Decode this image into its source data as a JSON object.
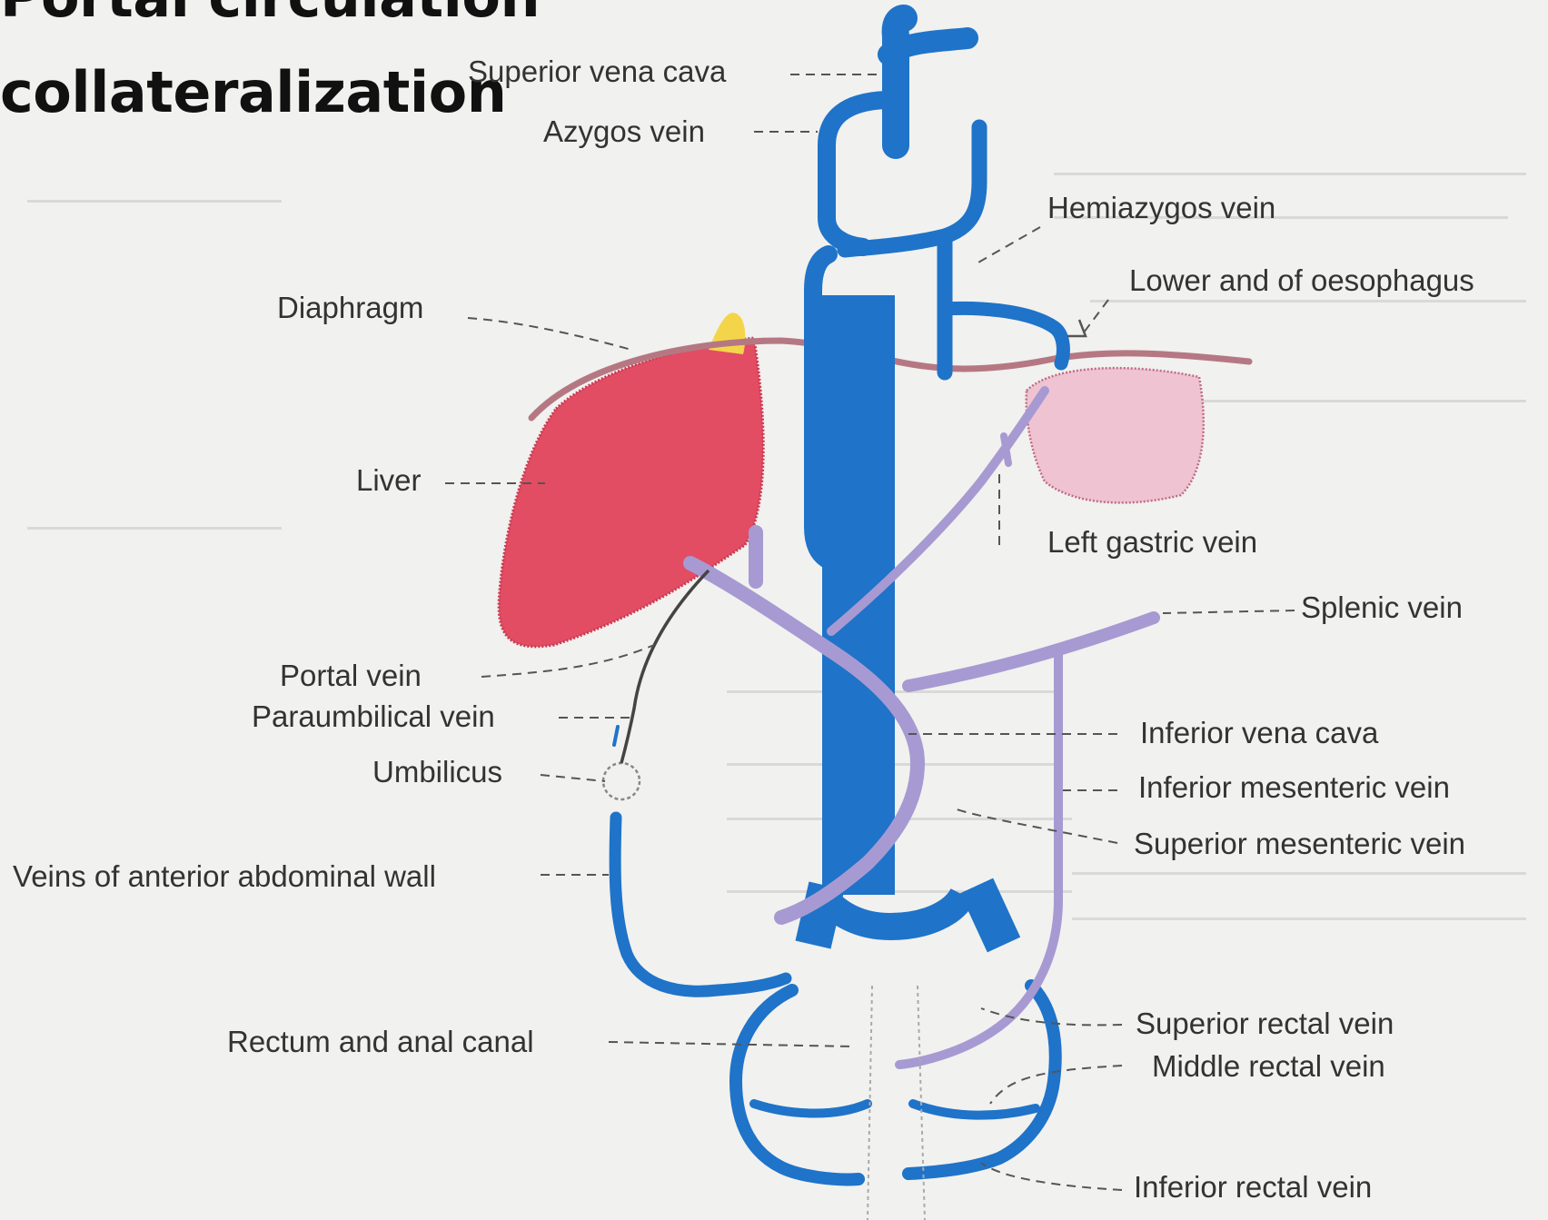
{
  "title": {
    "line1": "Portal circulation",
    "line2": "collateralization"
  },
  "labels": {
    "superior_vena_cava": "Superior vena cava",
    "azygos_vein": "Azygos vein",
    "hemiazygos_vein": "Hemiazygos vein",
    "lower_end_oesophagus": "Lower and of oesophagus",
    "diaphragm": "Diaphragm",
    "liver": "Liver",
    "left_gastric_vein": "Left gastric vein",
    "splenic_vein": "Splenic vein",
    "portal_vein": "Portal vein",
    "paraumbilical_vein": "Paraumbilical vein",
    "umbilicus": "Umbilicus",
    "inferior_vena_cava": "Inferior vena cava",
    "inferior_mesenteric_vein": "Inferior mesenteric vein",
    "superior_mesenteric_vein": "Superior mesenteric vein",
    "veins_anterior_abdominal_wall": "Veins of anterior abdominal wall",
    "rectum_anal_canal": "Rectum and anal canal",
    "superior_rectal_vein": "Superior rectal vein",
    "middle_rectal_vein": "Middle rectal vein",
    "inferior_rectal_vein": "Inferior rectal vein"
  },
  "colors": {
    "systemic_vein": "#1f73c9",
    "portal_vein": "#a79ad2",
    "liver": "#e24d63",
    "spleen": "#efc3d2",
    "diaphragm": "#b57883",
    "background": "#f1f1ef"
  }
}
